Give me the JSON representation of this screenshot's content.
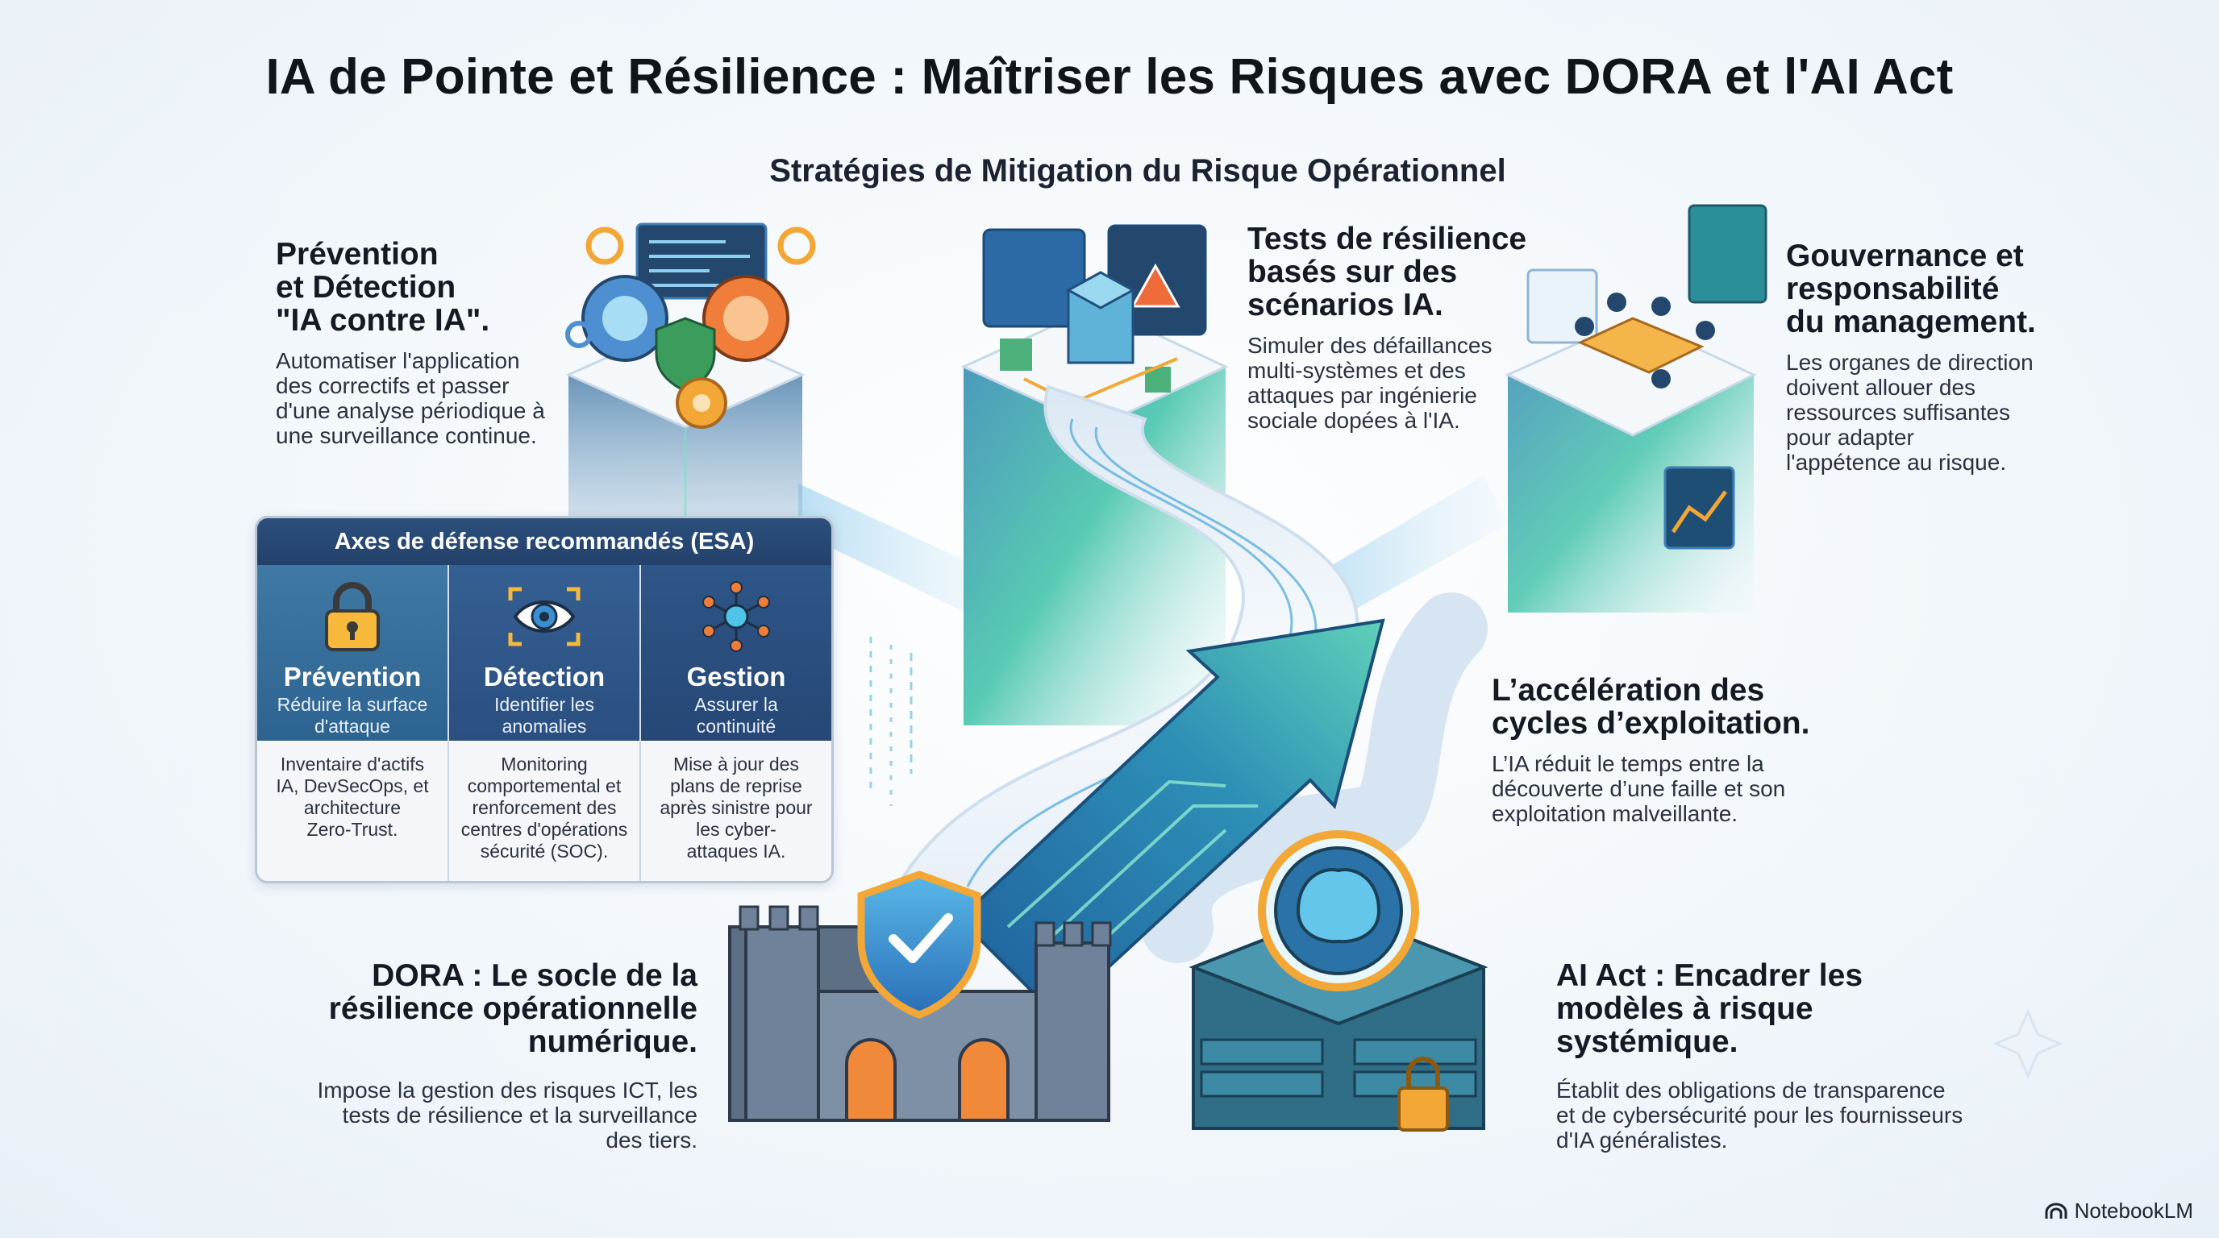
{
  "title": "IA de Pointe et Résilience : Maîtriser les Risques avec DORA et l'AI Act",
  "subtitle": "Stratégies de Mitigation du Risque Opérationnel",
  "blocks": {
    "prevention": {
      "title": "Prévention\net Détection\n\"IA contre IA\".",
      "body": "Automatiser l'application\ndes correctifs et passer\nd'une analyse périodique à\nune surveillance continue."
    },
    "tests": {
      "title": "Tests de résilience\nbasés sur des\nscénarios IA.",
      "body": "Simuler des défaillances\nmulti-systèmes et des\nattaques par ingénierie\nsociale dopées à l'IA."
    },
    "gouvernance": {
      "title": "Gouvernance et\nresponsabilité\ndu management.",
      "body": "Les organes de direction\ndoivent allouer des\nressources suffisantes\npour adapter\nl'appétence au risque."
    },
    "acceleration": {
      "title": "L’accélération des\ncycles d’exploitation.",
      "body": "L’IA réduit le temps entre la\ndécouverte d’une faille et son\nexploitation malveillante."
    },
    "dora": {
      "title": "DORA : Le socle de la\nrésilience opérationnelle\nnumérique.",
      "body": "Impose la gestion des risques ICT, les\ntests de résilience et la surveillance\ndes tiers."
    },
    "aiact": {
      "title": "AI Act : Encadrer les\nmodèles à risque\nsystémique.",
      "body": "Établit des obligations de transparence\net de cybersécurité pour les fournisseurs\nd'IA généralistes."
    }
  },
  "esa": {
    "header": "Axes de défense recommandés (ESA)",
    "columns": [
      {
        "name": "Prévention",
        "sub": "Réduire la surface\nd'attaque",
        "desc": "Inventaire d'actifs\nIA, DevSecOps, et\narchitecture\nZero-Trust.",
        "icon": "padlock-icon"
      },
      {
        "name": "Détection",
        "sub": "Identifier les\nanomalies",
        "desc": "Monitoring\ncomportemental et\nrenforcement des\ncentres d'opérations\nsécurité (SOC).",
        "icon": "eye-icon"
      },
      {
        "name": "Gestion",
        "sub": "Assurer la\ncontinuité",
        "desc": "Mise à jour des\nplans de reprise\naprès sinistre pour\nles cyber-\nattaques IA.",
        "icon": "network-hub-icon"
      }
    ]
  },
  "brand": "NotebookLM",
  "colors": {
    "navy": "#23416a",
    "teal": "#2fa6a0",
    "accent_orange": "#f0892d",
    "path_blue": "#3c7fc0"
  }
}
